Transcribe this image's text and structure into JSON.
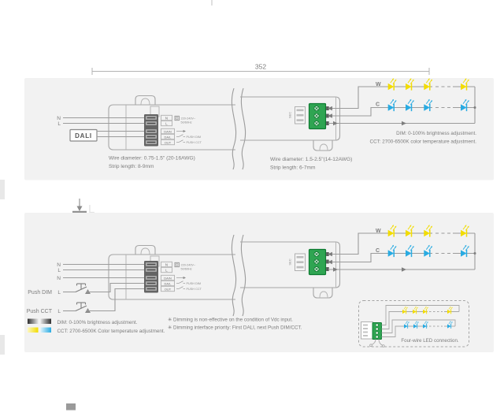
{
  "dimension_label": "352",
  "colors": {
    "panel_bg": "#f2f2f2",
    "wire_gray": "#9b9b9b",
    "text_gray": "#7c7c7c",
    "connector_green": "#2fa552",
    "connector_green_dark": "#0c7a30",
    "led_warm_yellow": "#f2dc00",
    "led_cool_cyan": "#29abe2",
    "terminal_block_dark": "#646464"
  },
  "top": {
    "input_n": "N",
    "input_l": "L",
    "dali": "DALI",
    "term_n": "N",
    "term_l": "L",
    "term_dan": "DA/N",
    "term_dal": "DA/L",
    "term_out": "OUT",
    "rating1": "220-240V~",
    "rating2": "50/60Hz",
    "ann_dim": "PUSH DIM",
    "ann_cct": "PUSH CCT",
    "sec": "SEC",
    "note_wire1": "Wire diameter: 0.75-1.5\" (20-16AWG)",
    "note_wire2": "Strip length: 8-9mm",
    "note_out1": "Wire diameter: 1.5-2.5\"(14-12AWG)",
    "note_out2": "Strip length: 6-7mm",
    "led_w": "W",
    "led_c": "C",
    "adj1": "DIM: 0-100% brightness adjustment.",
    "adj2": "CCT: 2700-6500K color temperature adjustment."
  },
  "bottom": {
    "input_n1": "N",
    "input_l1": "L",
    "input_n2": "N",
    "push_dim": "Push DIM",
    "push_dim_l": "L",
    "push_cct": "Push CCT",
    "push_cct_l": "L",
    "term_n": "N",
    "term_l": "L",
    "term_dan": "DA/N",
    "term_dal": "DA/L",
    "term_out": "OUT",
    "rating1": "220-240V~",
    "rating2": "50/60Hz",
    "ann_dim": "PUSH DIM",
    "ann_cct": "PUSH CCT",
    "sec": "SEC",
    "led_w": "W",
    "led_c": "C",
    "legend_dim": "DIM: 0-100% brightness adjustment.",
    "legend_cct": "CCT: 2700-6500K Color temperature adjustment.",
    "note1": "✳ Dimming is non-effective on the condition of Vdc input.",
    "note2": "✳ Dimming interface priority: First DALI, next Push DIM/CCT.",
    "four_wire": "Four-wire LED connection.",
    "divider_l": "L"
  }
}
